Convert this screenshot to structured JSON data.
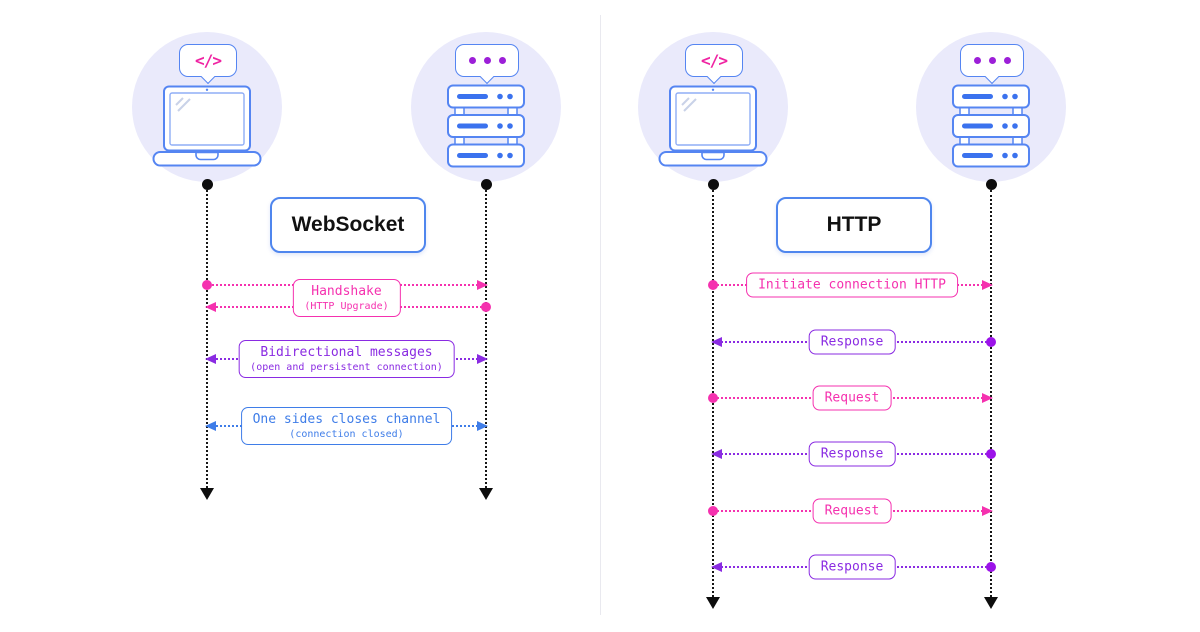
{
  "colors": {
    "pink": "#f531af",
    "purple": "#8a2be2",
    "violet_dot": "#9c13e9",
    "blue": "#3f7de8",
    "actor_outline_blue": "#5585f2",
    "actor_fill_blue": "#3b72ee",
    "circle_bg": "#eaeafb",
    "lifeline_black": "#0d0d0d",
    "title_border_blue": "#4f86ee"
  },
  "icons": {
    "client": "laptop-icon",
    "client_bubble": "code-tag-icon",
    "server": "server-stack-icon",
    "server_bubble": "ellipsis-dots-icon"
  },
  "left": {
    "title": "WebSocket",
    "messages": [
      {
        "label": "Handshake",
        "sub": "(HTTP Upgrade)",
        "color": "pink",
        "arrows": "client-to-server then server-to-client"
      },
      {
        "label": "Bidirectional messages",
        "sub": "(open and persistent connection)",
        "color": "purple",
        "arrows": "both directions"
      },
      {
        "label": "One sides closes channel",
        "sub": "(connection closed)",
        "color": "blue",
        "arrows": "both directions"
      }
    ]
  },
  "right": {
    "title": "HTTP",
    "messages": [
      {
        "label": "Initiate connection HTTP",
        "color": "pink",
        "direction": "client-to-server"
      },
      {
        "label": "Response",
        "color": "purple",
        "direction": "server-to-client"
      },
      {
        "label": "Request",
        "color": "pink",
        "direction": "client-to-server"
      },
      {
        "label": "Response",
        "color": "purple",
        "direction": "server-to-client"
      },
      {
        "label": "Request",
        "color": "pink",
        "direction": "client-to-server"
      },
      {
        "label": "Response",
        "color": "purple",
        "direction": "server-to-client"
      }
    ]
  }
}
